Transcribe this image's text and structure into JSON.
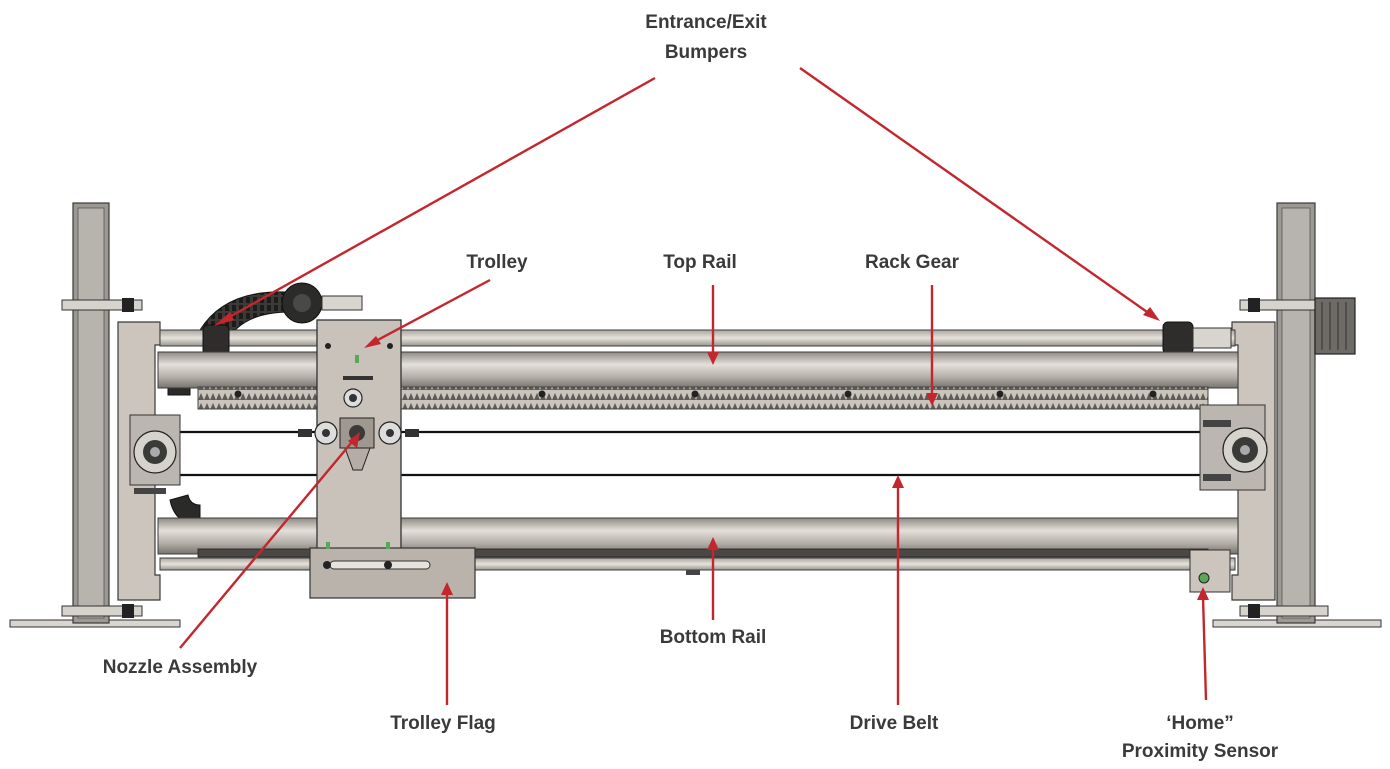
{
  "diagram": {
    "callouts": {
      "bumpers_line1": "Entrance/Exit",
      "bumpers_line2": "Bumpers",
      "trolley": "Trolley",
      "top_rail": "Top Rail",
      "rack_gear": "Rack Gear",
      "nozzle_assembly": "Nozzle Assembly",
      "bottom_rail": "Bottom Rail",
      "trolley_flag": "Trolley Flag",
      "drive_belt": "Drive Belt",
      "home_sensor_line1": "‘Home”",
      "home_sensor_line2": "Proximity Sensor"
    },
    "colors": {
      "leader": "#c4262e",
      "label_text": "#3a3a3a",
      "frame_steel": "#cbc5bd",
      "rail_steel": "#bdb8b1"
    },
    "icons": [
      "bumper-icon",
      "bearing-icon",
      "pulley-icon",
      "motor-icon",
      "sensor-icon"
    ]
  }
}
